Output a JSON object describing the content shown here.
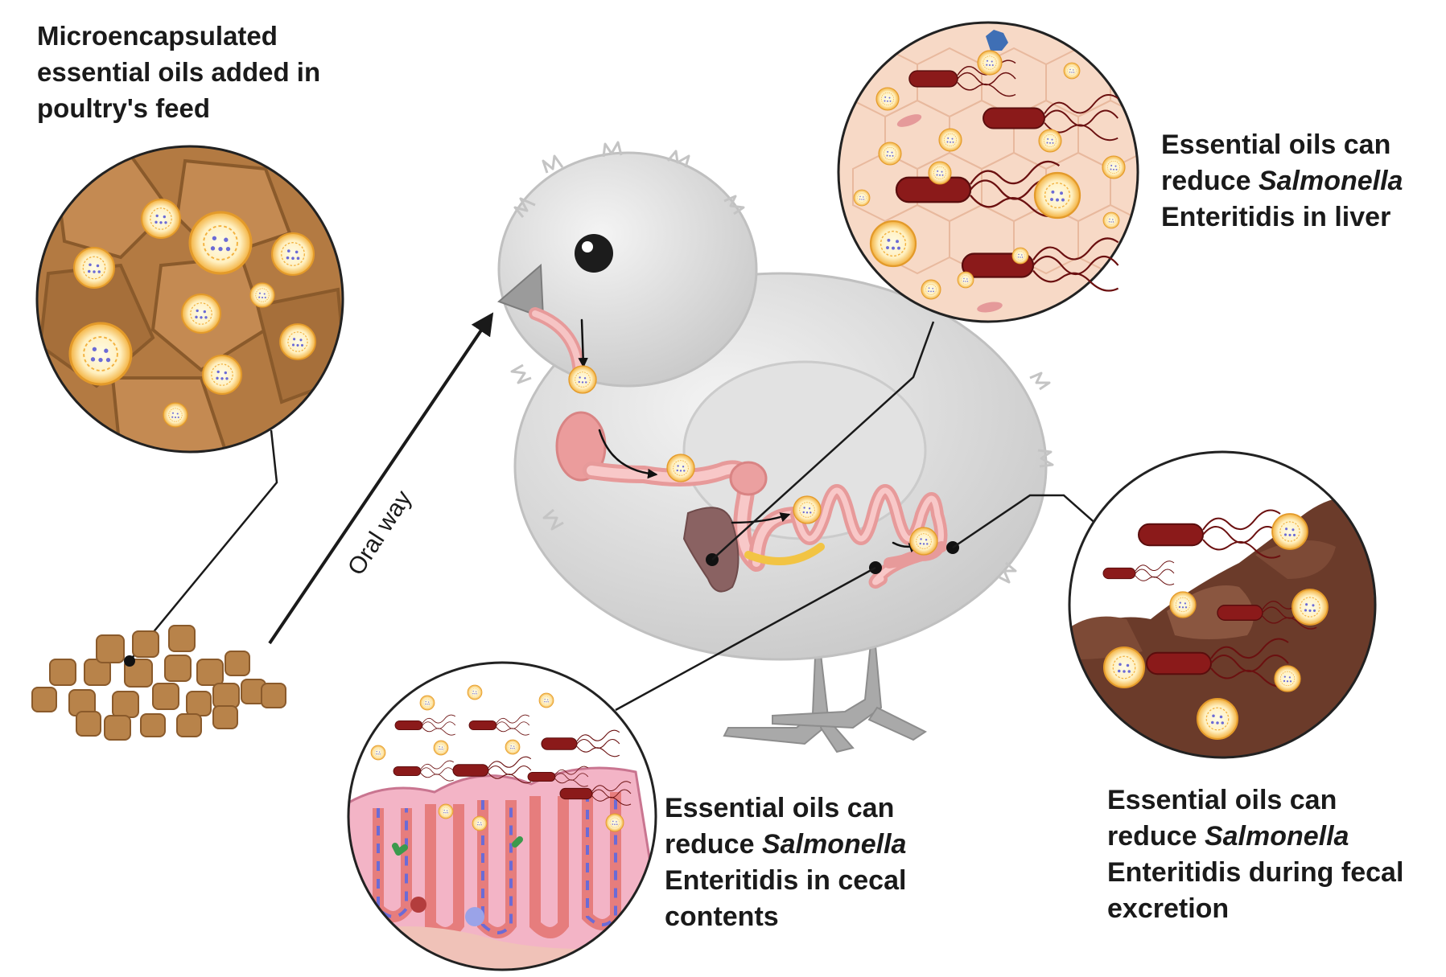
{
  "labels": {
    "feed": {
      "line1": "Microencapsulated",
      "line2": "essential oils added in",
      "line3": "poultry's feed"
    },
    "liver": {
      "line1": "Essential oils can",
      "line2_prefix": "reduce ",
      "line2_italic": "Salmonella",
      "line3": "Enteritidis in liver"
    },
    "cecal": {
      "line1": "Essential oils can",
      "line2_prefix": "reduce ",
      "line2_italic": "Salmonella",
      "line3": "Enteritidis in cecal",
      "line4": "contents"
    },
    "fecal": {
      "line1": "Essential oils can",
      "line2_prefix": "reduce ",
      "line2_italic": "Salmonella",
      "line3": "Enteritidis during fecal",
      "line4": "excretion"
    },
    "oral_way": "Oral way"
  },
  "colors": {
    "feed_brown": "#b37a42",
    "chick_gray": "#d9d9d9",
    "liver_tissue": "#f6d7c3",
    "bacteria": "#8b1a1a",
    "capsule_core": "#fff3c8",
    "capsule_ring": "#f0b23a",
    "feces": "#6b3b2a",
    "intestine_pink": "#f0a8a8"
  }
}
